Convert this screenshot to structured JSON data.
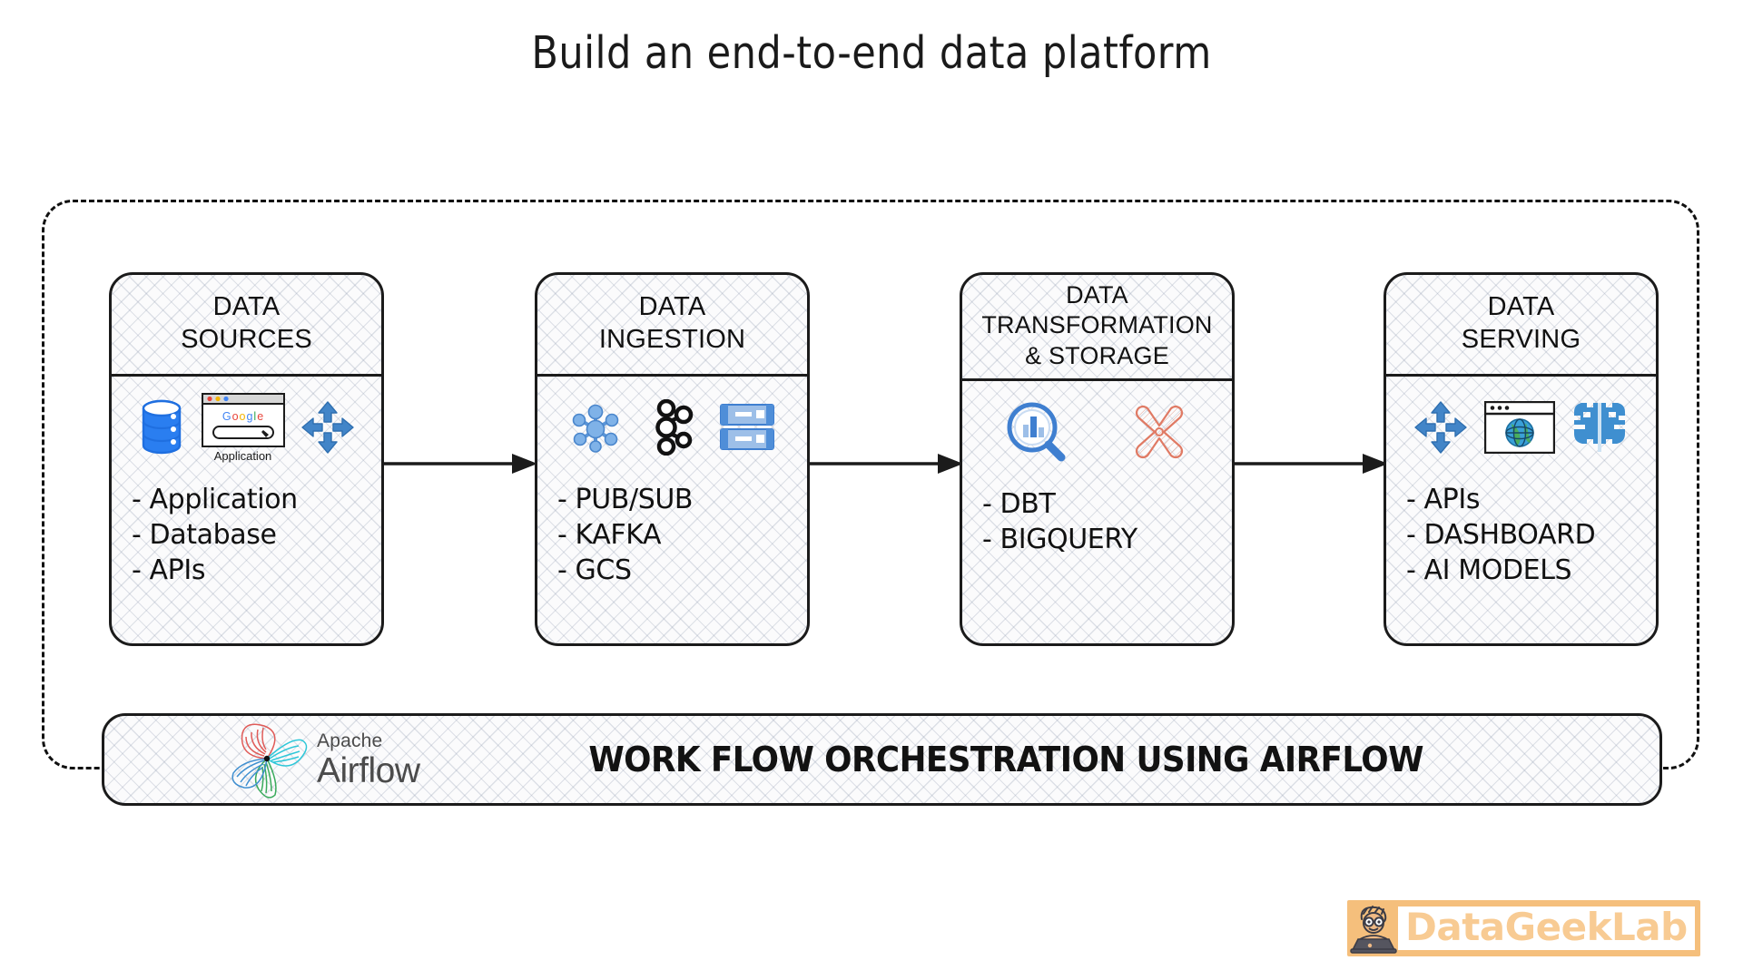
{
  "title": "Build an end-to-end data platform",
  "stages": [
    {
      "id": "data-sources",
      "header": "DATA\nSOURCES",
      "header_line1": "DATA",
      "header_line2": "SOURCES",
      "icons": [
        "database-icon",
        "google-application-browser-icon",
        "four-way-arrows-icon"
      ],
      "icon_caption": "Application",
      "items": [
        "- Application",
        "- Database",
        "- APIs"
      ]
    },
    {
      "id": "data-ingestion",
      "header_line1": "DATA",
      "header_line2": "INGESTION",
      "icons": [
        "pubsub-node-network-icon",
        "kafka-icon",
        "gcs-server-icon"
      ],
      "items": [
        "- PUB/SUB",
        "- KAFKA",
        "- GCS"
      ]
    },
    {
      "id": "data-transformation-storage",
      "header_line1": "DATA",
      "header_line2": "TRANSFORMATION",
      "header_line3": "& STORAGE",
      "icons": [
        "bigquery-magnifier-icon",
        "dbt-pinwheel-icon"
      ],
      "items": [
        "- DBT",
        "- BIGQUERY"
      ]
    },
    {
      "id": "data-serving",
      "header_line1": "DATA",
      "header_line2": "SERVING",
      "icons": [
        "four-way-arrows-icon",
        "browser-globe-icon",
        "ai-brain-icon"
      ],
      "items": [
        "- APIs",
        "- DASHBOARD",
        "- AI MODELS"
      ]
    }
  ],
  "connectors": [
    "arrow-right",
    "arrow-right",
    "arrow-right"
  ],
  "orchestration": {
    "logo_icon": "apache-airflow-pinwheel-icon",
    "brand_top": "Apache",
    "brand_name": "Airflow",
    "label": "WORK FLOW ORCHESTRATION USING AIRFLOW"
  },
  "watermark": {
    "icon": "geek-at-laptop-icon",
    "text": "DataGeekLab",
    "background_color": "#f5bf7c",
    "text_color": "#f8cb93"
  },
  "colors": {
    "stroke": "#1b1b1b",
    "google_blue": "#4285f4",
    "icon_blue": "#3f7fd0",
    "dbt_coral": "#e07a64",
    "airflow_red": "#e05b58",
    "airflow_cyan": "#2ec7d8",
    "airflow_green": "#3aab5c",
    "airflow_blue": "#3f8fd0"
  }
}
